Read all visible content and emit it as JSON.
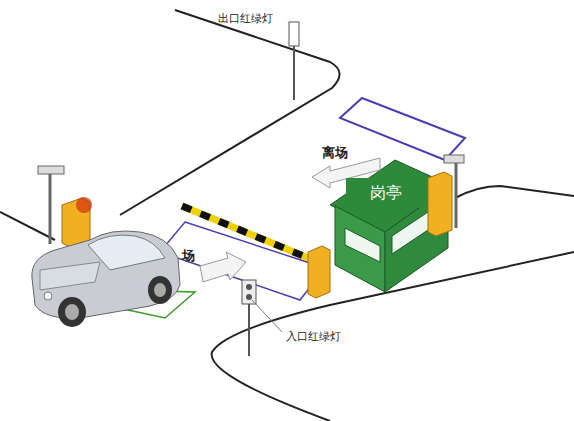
{
  "diagram": {
    "nodes": [
      {
        "text": [
          "岗亭"
        ]
      }
    ],
    "labels": [
      "出口红绿灯",
      "离场",
      "场",
      "入口红绿灯"
    ]
  }
}
